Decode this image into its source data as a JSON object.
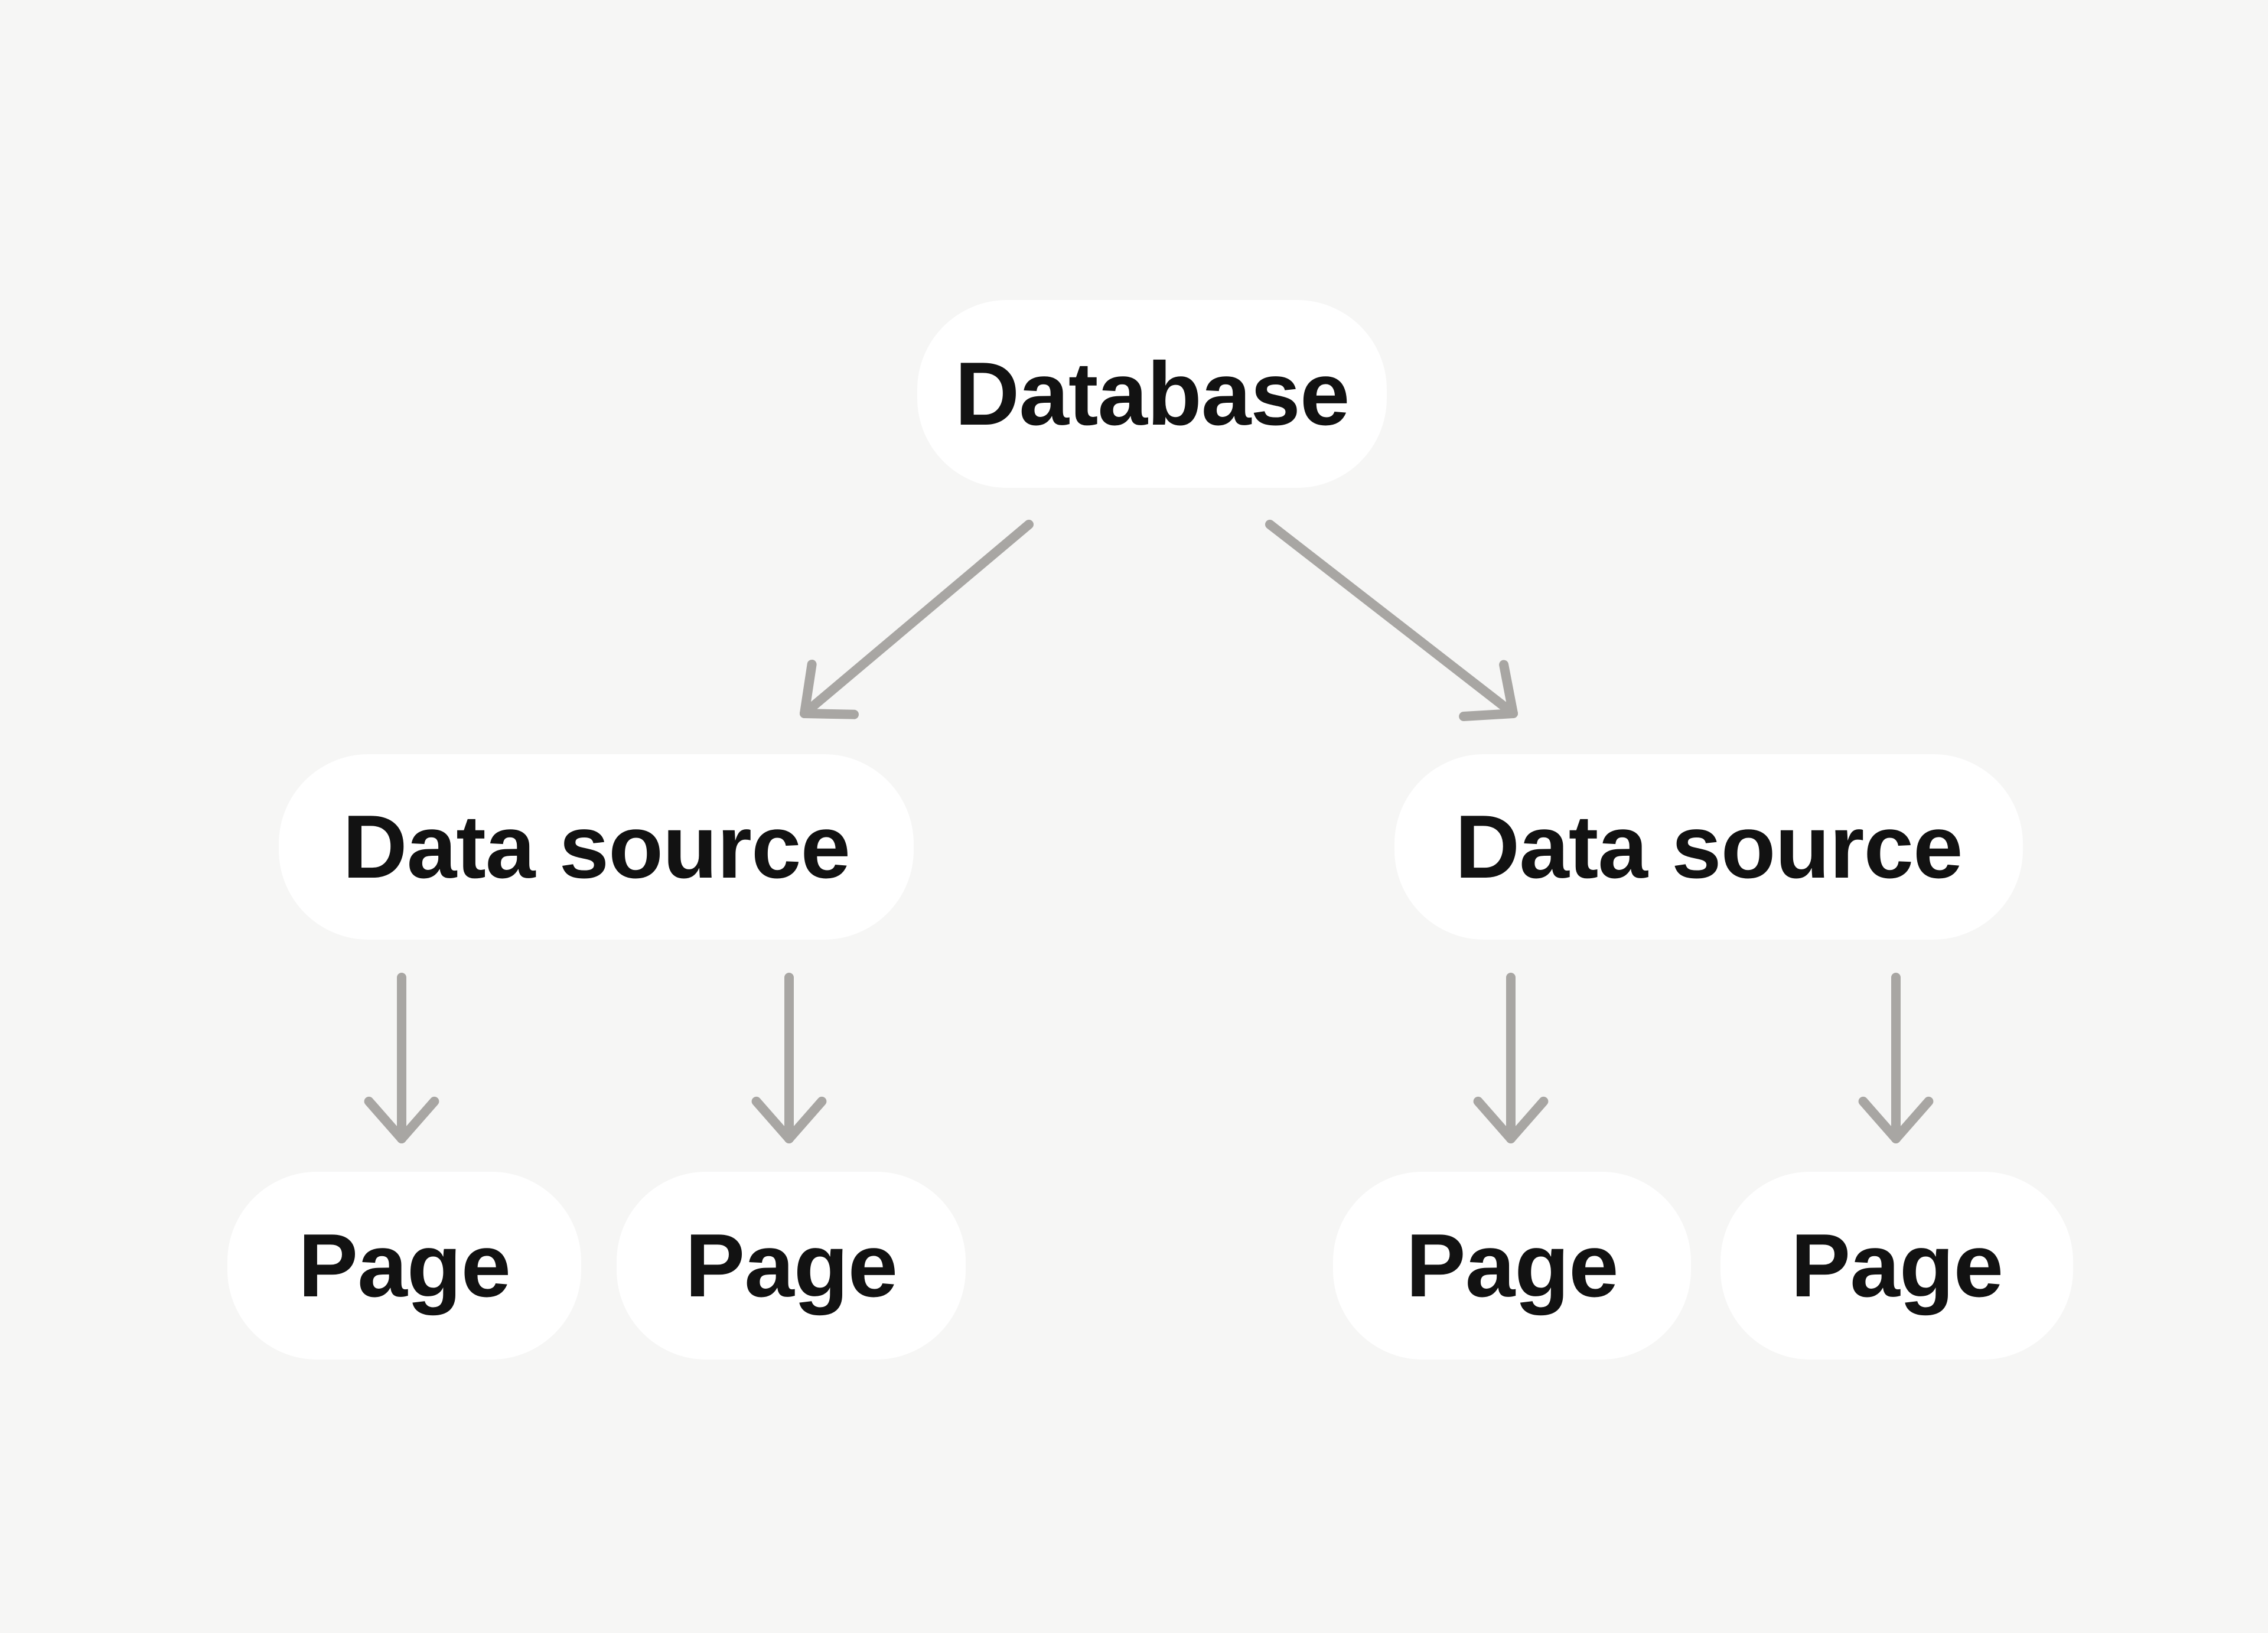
{
  "diagram": {
    "nodes": {
      "database": {
        "label": "Database"
      },
      "data_source_left": {
        "label": "Data source"
      },
      "data_source_right": {
        "label": "Data source"
      },
      "page_left_1": {
        "label": "Page"
      },
      "page_left_2": {
        "label": "Page"
      },
      "page_right_1": {
        "label": "Page"
      },
      "page_right_2": {
        "label": "Page"
      }
    },
    "colors": {
      "background": "#f6f6f5",
      "node_fill": "#ffffff",
      "arrow": "#a8a6a3",
      "text": "#121212"
    }
  }
}
